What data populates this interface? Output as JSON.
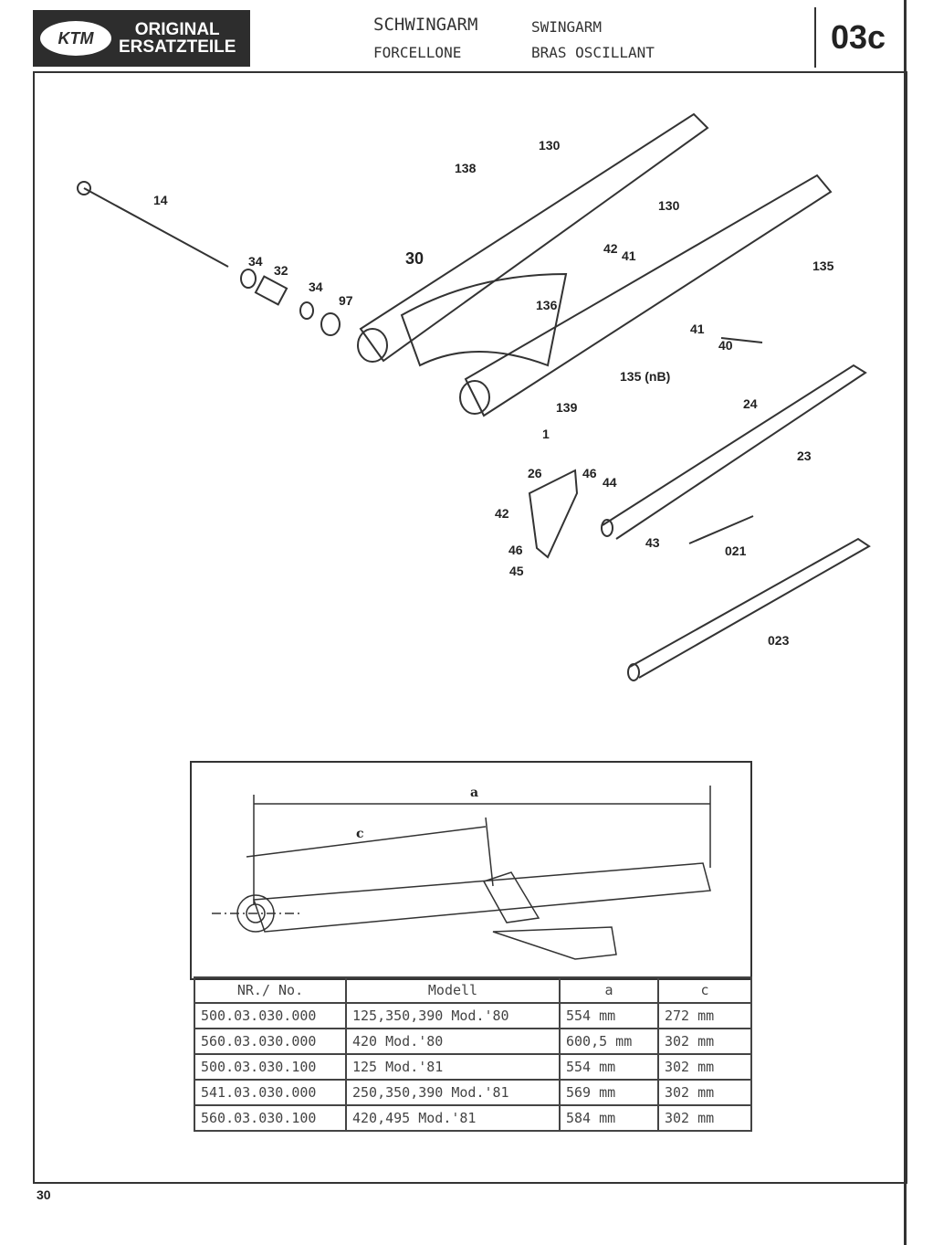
{
  "header": {
    "logo_mark": "KTM",
    "logo_line1": "ORIGINAL",
    "logo_line2": "ERSATZTEILE",
    "title_de": "SCHWINGARM",
    "title_en": "SWINGARM",
    "title_it": "FORCELLONE",
    "title_fr": "BRAS OSCILLANT",
    "section_code": "03c"
  },
  "diagram": {
    "labels": [
      "14",
      "34",
      "32",
      "34",
      "97",
      "30",
      "138",
      "130",
      "130",
      "42",
      "41",
      "135",
      "136",
      "41",
      "40",
      "135 (nB)",
      "139",
      "1",
      "24",
      "23",
      "26",
      "46",
      "44",
      "42",
      "46",
      "45",
      "43",
      "021",
      "023"
    ]
  },
  "dimension_drawing": {
    "dim_a": "a",
    "dim_c": "c"
  },
  "table": {
    "headers": [
      "NR./ No.",
      "Modell",
      "a",
      "c"
    ],
    "rows": [
      [
        "500.03.030.000",
        "125,350,390 Mod.'80",
        "554 mm",
        "272 mm"
      ],
      [
        "560.03.030.000",
        "420 Mod.'80",
        "600,5 mm",
        "302 mm"
      ],
      [
        "500.03.030.100",
        "125 Mod.'81",
        "554 mm",
        "302 mm"
      ],
      [
        "541.03.030.000",
        "250,350,390 Mod.'81",
        "569 mm",
        "302 mm"
      ],
      [
        "560.03.030.100",
        "420,495 Mod.'81",
        "584 mm",
        "302 mm"
      ]
    ]
  },
  "page_number": "30"
}
